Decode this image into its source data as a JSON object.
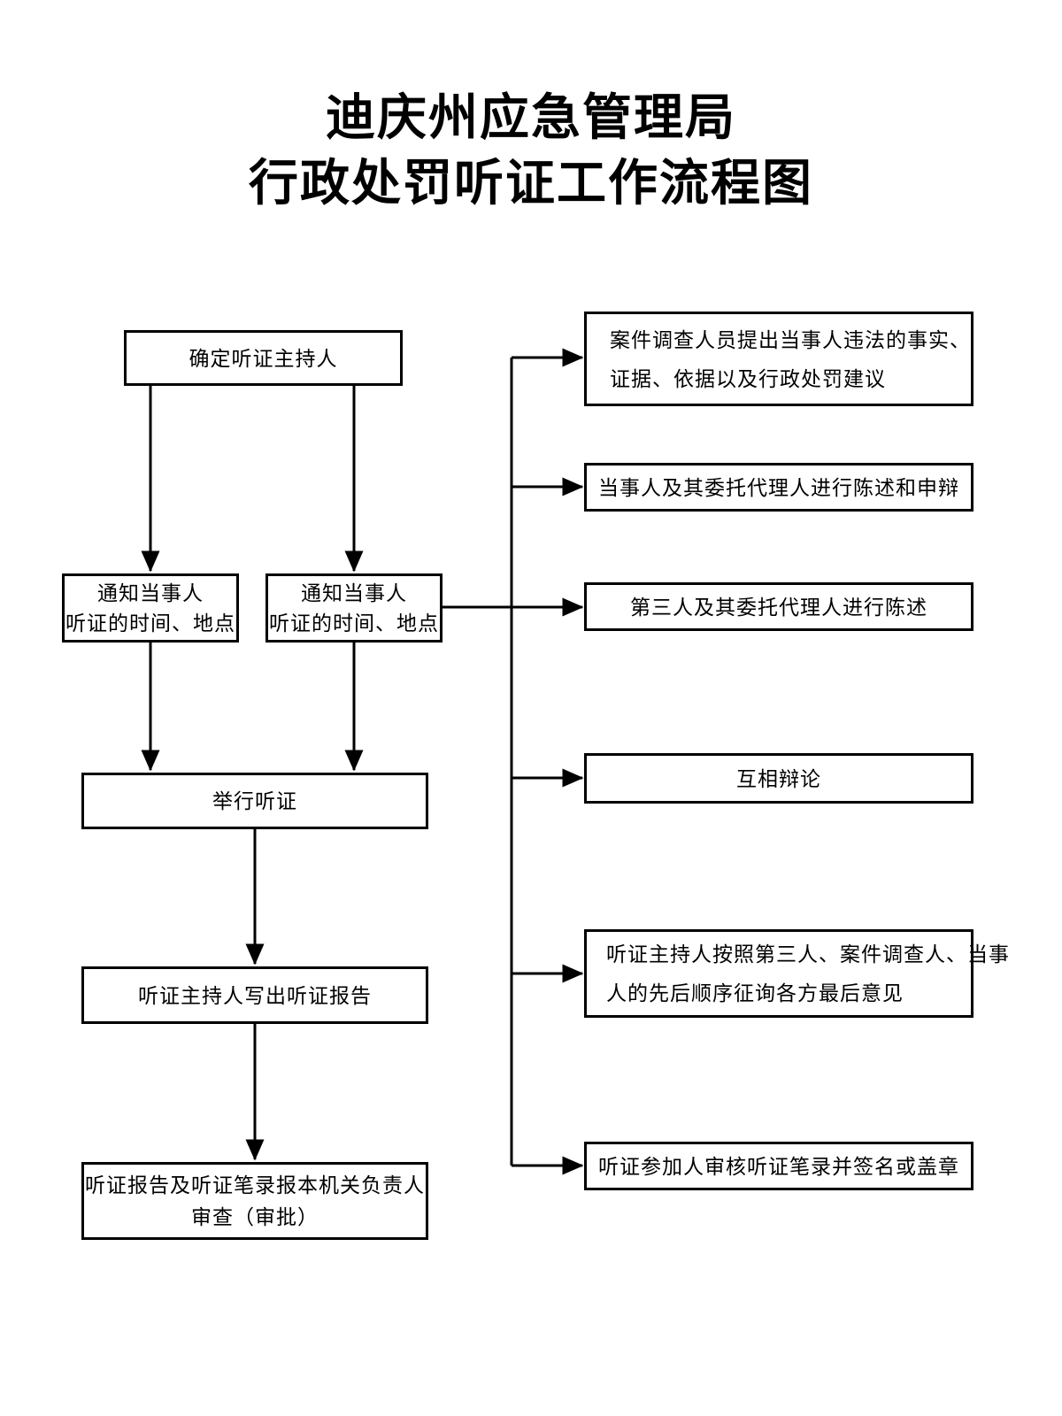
{
  "diagram": {
    "title_line1": "迪庆州应急管理局",
    "title_line2": "行政处罚听证工作流程图",
    "colors": {
      "ink": "#000000",
      "background": "#ffffff"
    },
    "left_nodes": [
      {
        "id": "determine-moderator",
        "lines": [
          "确定听证主持人"
        ]
      },
      {
        "id": "notify-party-1",
        "lines": [
          "通知当事人",
          "听证的时间、地点"
        ]
      },
      {
        "id": "notify-party-2",
        "lines": [
          "通知当事人",
          "听证的时间、地点"
        ]
      },
      {
        "id": "hold-hearing",
        "lines": [
          "举行听证"
        ]
      },
      {
        "id": "write-hearing-report",
        "lines": [
          "听证主持人写出听证报告"
        ]
      },
      {
        "id": "submit-report-for-review",
        "lines": [
          "听证报告及听证笔录报本机关负责人",
          "审查（审批）"
        ]
      }
    ],
    "right_nodes": [
      {
        "id": "investigator-presents-facts",
        "lines": [
          "案件调查人员提出当事人违法的事实、",
          "证据、依据以及行政处罚建议"
        ]
      },
      {
        "id": "party-statement-defense",
        "lines": [
          "当事人及其委托代理人进行陈述和申辩"
        ]
      },
      {
        "id": "third-party-statement",
        "lines": [
          "第三人及其委托代理人进行陈述"
        ]
      },
      {
        "id": "mutual-debate",
        "lines": [
          "互相辩论"
        ]
      },
      {
        "id": "solicit-final-opinions",
        "lines": [
          "听证主持人按照第三人、案件调查人、当事",
          "人的先后顺序征询各方最后意见"
        ]
      },
      {
        "id": "participants-review-transcript",
        "lines": [
          "听证参加人审核听证笔录并签名或盖章"
        ]
      }
    ]
  }
}
